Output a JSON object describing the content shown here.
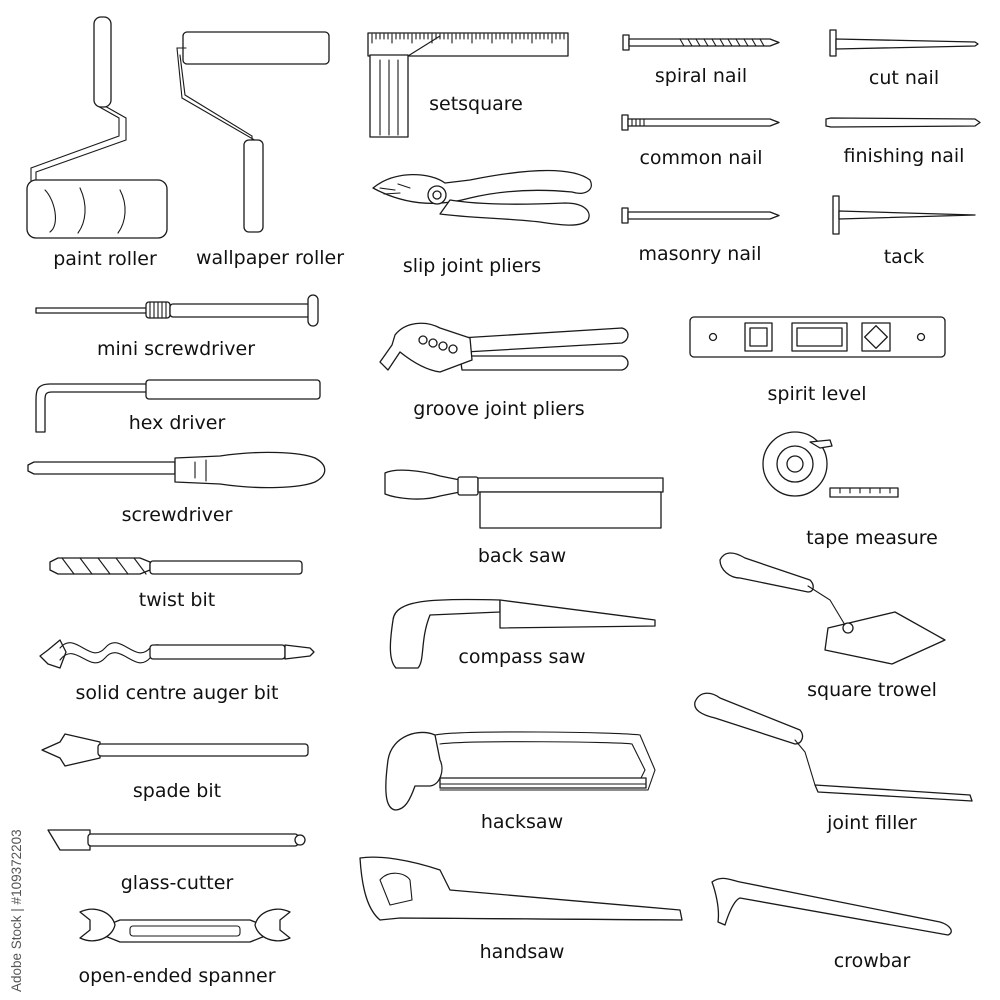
{
  "labels": {
    "paint_roller": "paint roller",
    "wallpaper_roller": "wallpaper roller",
    "setsquare": "setsquare",
    "spiral_nail": "spiral nail",
    "cut_nail": "cut nail",
    "common_nail": "common nail",
    "finishing_nail": "finishing nail",
    "slip_joint_pliers": "slip joint pliers",
    "masonry_nail": "masonry nail",
    "tack": "tack",
    "mini_screwdriver": "mini screwdriver",
    "groove_joint_pliers": "groove joint pliers",
    "spirit_level": "spirit level",
    "hex_driver": "hex driver",
    "screwdriver": "screwdriver",
    "back_saw": "back saw",
    "tape_measure": "tape measure",
    "twist_bit": "twist bit",
    "compass_saw": "compass saw",
    "solid_centre_auger_bit": "solid centre auger bit",
    "square_trowel": "square trowel",
    "spade_bit": "spade bit",
    "hacksaw": "hacksaw",
    "joint_filler": "joint filler",
    "glass_cutter": "glass-cutter",
    "handsaw": "handsaw",
    "crowbar": "crowbar",
    "open_ended_spanner": "open-ended spanner"
  },
  "watermark": "Adobe Stock | #109372203",
  "colors": {
    "line": "#1a1a1a",
    "background": "#ffffff",
    "text": "#111111"
  }
}
